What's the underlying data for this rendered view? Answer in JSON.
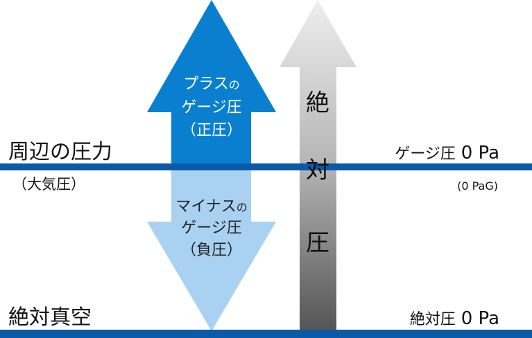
{
  "colors": {
    "line": "#0a5aa8",
    "positive_arrow": "#0a7fcf",
    "negative_arrow": "#a9d1f1",
    "absolute_top": "#eeeeee",
    "absolute_bottom": "#555555"
  },
  "left_labels": {
    "ambient": "周辺の圧力",
    "ambient_sub": "（大気圧）",
    "vacuum": "絶対真空"
  },
  "right_labels": {
    "gauge_zero_text": "ゲージ圧",
    "gauge_zero_value": "0 Pa",
    "gauge_zero_sub": "(0 PaG)",
    "absolute_zero_text": "絶対圧",
    "absolute_zero_value": "0 Pa"
  },
  "positive_arrow": {
    "line1": "プラス",
    "line1_suffix": "の",
    "line2": "ゲージ圧",
    "line3": "（正圧）"
  },
  "negative_arrow": {
    "line1": "マイナス",
    "line1_suffix": "の",
    "line2": "ゲージ圧",
    "line3": "（負圧）"
  },
  "absolute_arrow": {
    "chars": [
      "絶",
      "対",
      "圧"
    ]
  }
}
